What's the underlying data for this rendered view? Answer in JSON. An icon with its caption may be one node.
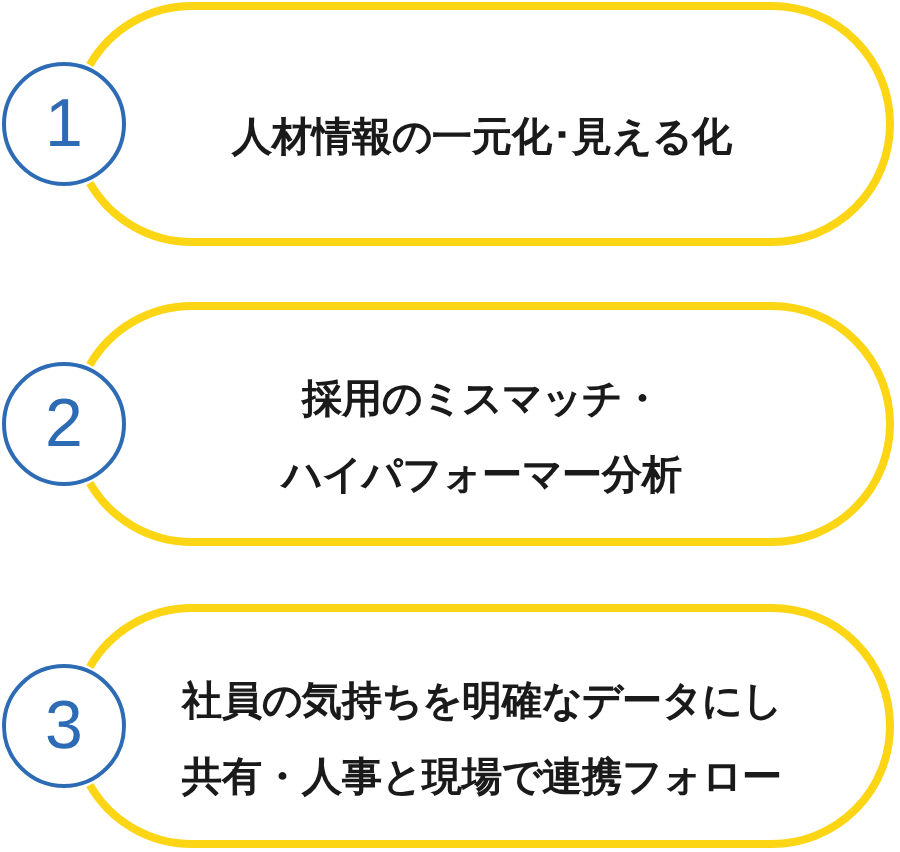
{
  "diagram": {
    "nodes": [
      {
        "text": [
          "1"
        ]
      },
      {
        "text": [
          "人材情報の一元化･見える化"
        ]
      },
      {
        "text": [
          "2"
        ]
      },
      {
        "text": [
          "採用のミスマッチ・ハイパフォーマー分析"
        ]
      },
      {
        "text": [
          "3"
        ]
      },
      {
        "text": [
          "社員の気持ちを明確なデータにし共有・人事と現場で連携フォロー"
        ]
      }
    ]
  }
}
